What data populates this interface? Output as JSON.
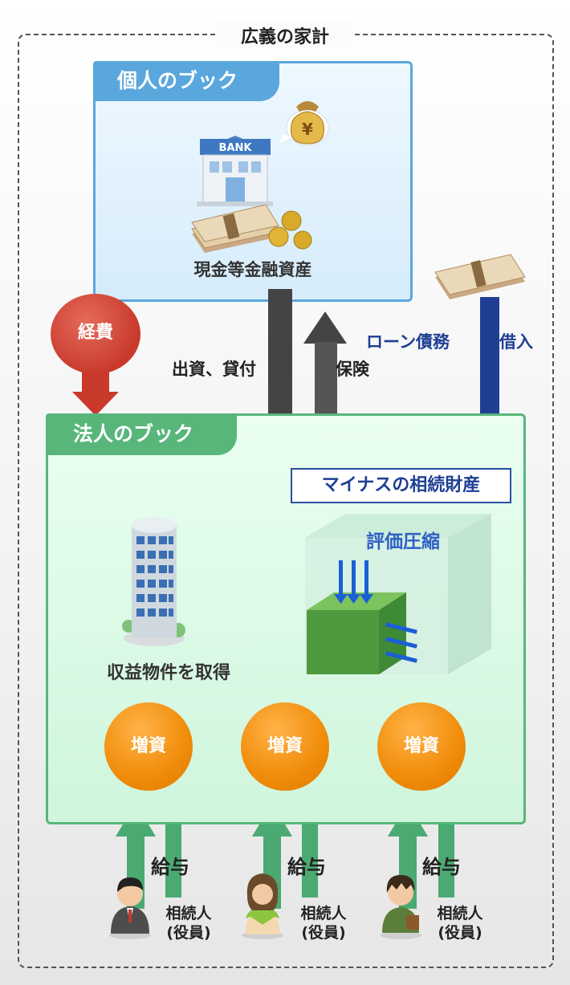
{
  "outer_title": "広義の家計",
  "personal_book": {
    "title": "個人のブック",
    "bank_sign": "BANK",
    "yen_mark": "¥",
    "assets_label": "現金等金融資産"
  },
  "corporate_book": {
    "title": "法人のブック",
    "minus_inheritance": "マイナスの相続財産",
    "compression_label": "評価圧縮",
    "acquire_label": "収益物件を取得",
    "capital_increase": [
      "増資",
      "増資",
      "増資"
    ]
  },
  "flows": {
    "expense": "経費",
    "investment_loan": "出資、貸付",
    "insurance": "保険",
    "loan_debt": "ローン債務",
    "borrowing": "借入",
    "salary": [
      "給与",
      "給与",
      "給与"
    ]
  },
  "heirs": [
    {
      "line1": "相続人",
      "line2": "(役員)"
    },
    {
      "line1": "相続人",
      "line2": "(役員)"
    },
    {
      "line1": "相続人",
      "line2": "(役員)"
    }
  ],
  "colors": {
    "personal_accent": "#5aa7dd",
    "corporate_accent": "#58b67a",
    "expense_red": "#c93a2d",
    "debt_blue": "#1f3f95",
    "increase_orange": "#f08c0a",
    "flow_dark": "#444444"
  },
  "icons": [
    "bank-building-icon",
    "money-bag-icon",
    "cash-stack-icon",
    "coins-icon",
    "office-tower-icon",
    "compressed-cube-icon",
    "businessman-icon",
    "woman-icon",
    "young-man-icon"
  ]
}
